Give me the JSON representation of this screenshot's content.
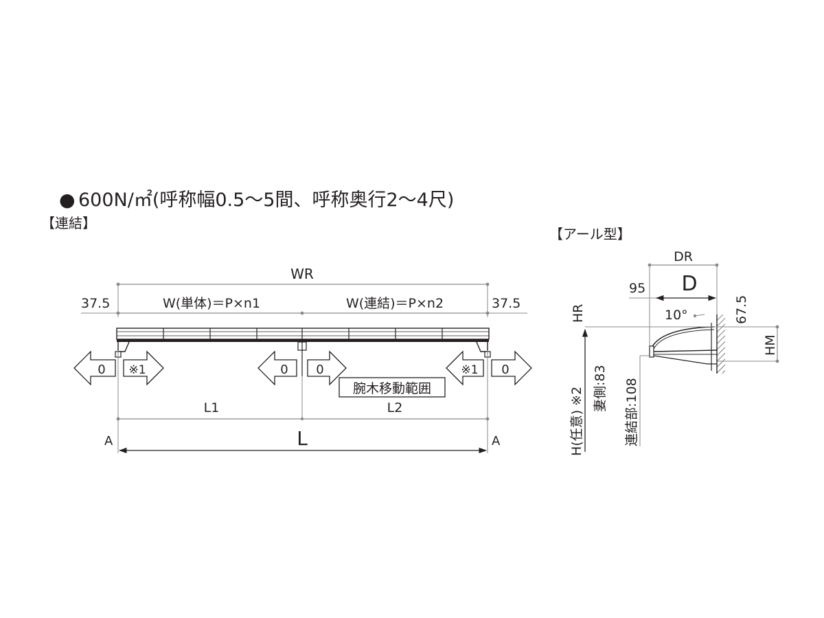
{
  "header": {
    "bullet": "●",
    "title": "600N/㎡(呼称幅0.5～5間、呼称奥行2～4尺)"
  },
  "left_section": {
    "label": "【連結】",
    "wr": "WR",
    "edge_left": "37.5",
    "edge_right": "37.5",
    "w_single": "W(単体)＝P×n1",
    "w_linked": "W(連結)＝P×n2",
    "arrow_zero": "0",
    "note1": "※1",
    "range_label": "腕木移動範囲",
    "l1": "L1",
    "l2": "L2",
    "l": "L",
    "a_left": "A",
    "a_right": "A"
  },
  "right_section": {
    "label": "【アール型】",
    "dr": "DR",
    "d": "D",
    "dim95": "95",
    "dim675": "67.5",
    "angle": "10°",
    "hr": "HR",
    "hm": "HM",
    "h_note": "H(任意) ※2",
    "side_gable": "妻側:83",
    "side_joint": "連結部:108"
  },
  "colors": {
    "ink": "#231f20",
    "grid_gray": "#8a8a8a"
  }
}
